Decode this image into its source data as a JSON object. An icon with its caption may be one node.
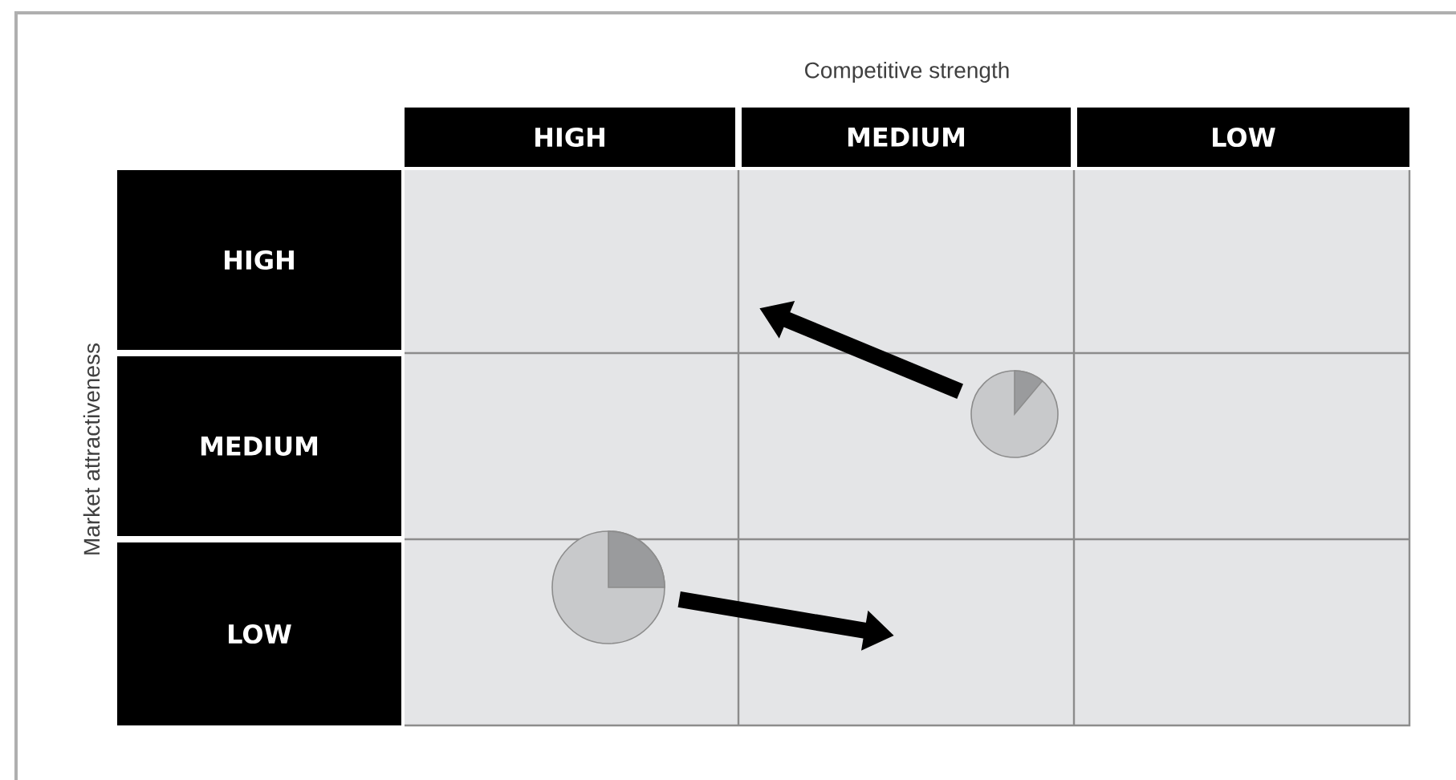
{
  "diagram": {
    "nodes": [
      {
        "text": [
          "HIGH"
        ]
      },
      {
        "text": [
          "MEDIUM"
        ]
      },
      {
        "text": [
          "LOW"
        ]
      },
      {
        "text": [
          "HIGH"
        ]
      },
      {
        "text": [
          "MEDIUM"
        ]
      },
      {
        "text": [
          "LOW"
        ]
      },
      {
        "text": [],
        "shape": "circle"
      },
      {
        "text": [],
        "shape": "circle"
      }
    ],
    "edges": [
      {
        "from": 6,
        "to": null,
        "arrow": "to"
      },
      {
        "from": 7,
        "to": null,
        "arrow": "to"
      }
    ],
    "labels": [
      "Competitive strength",
      "Market attractiveness"
    ]
  }
}
